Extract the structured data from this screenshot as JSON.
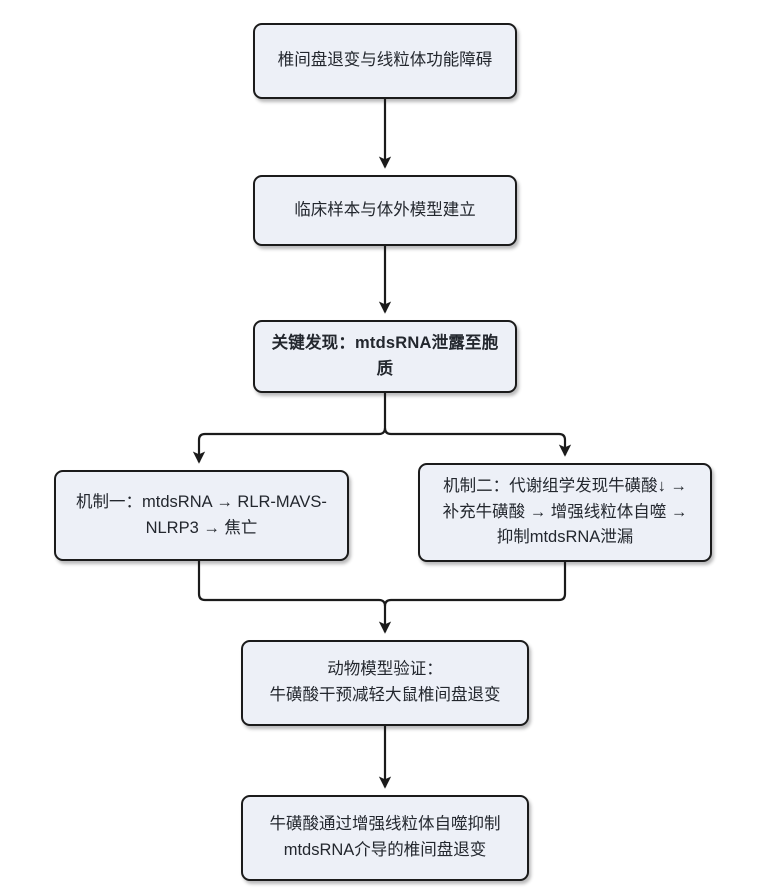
{
  "diagram": {
    "type": "flowchart",
    "orientation": "top-to-bottom",
    "background_color": "#ffffff",
    "node_fill_color": "#edf0f7",
    "node_border_color": "#1b1b1b",
    "text_color": "#23272e",
    "connector_color": "#1b1b1b"
  },
  "nodes": {
    "problem": {
      "id": "problem",
      "text": "椎间盘退变与线粒体功能障碍",
      "emphasis": "normal"
    },
    "methods": {
      "id": "methods",
      "text": "临床样本与体外模型建立",
      "emphasis": "normal"
    },
    "finding": {
      "id": "finding",
      "text": "关键发现：mtdsRNA泄露至胞质",
      "emphasis": "bold"
    },
    "mechanism_one": {
      "id": "mechanism_one",
      "text": "机制一：mtdsRNA → RLR-MAVS-NLRP3 → 焦亡",
      "emphasis": "normal"
    },
    "mechanism_two": {
      "id": "mechanism_two",
      "text": "机制二：代谢组学发现牛磺酸↓ → 补充牛磺酸 → 增强线粒体自噬 → 抑制mtdsRNA泄漏",
      "emphasis": "normal"
    },
    "animal_model": {
      "id": "animal_model",
      "text": "动物模型验证：\n牛磺酸干预减轻大鼠椎间盘退变",
      "emphasis": "normal"
    },
    "conclusion": {
      "id": "conclusion",
      "text": "牛磺酸通过增强线粒体自噬抑制\nmtdsRNA介导的椎间盘退变",
      "emphasis": "normal"
    }
  },
  "edges": [
    {
      "id": "edge-problem-methods",
      "from": "problem",
      "to": "methods",
      "style": "straight-arrow"
    },
    {
      "id": "edge-methods-finding",
      "from": "methods",
      "to": "finding",
      "style": "straight-arrow"
    },
    {
      "id": "edge-finding-mechanism-one",
      "from": "finding",
      "to": "mechanism_one",
      "style": "split-arrow"
    },
    {
      "id": "edge-finding-mechanism-two",
      "from": "finding",
      "to": "mechanism_two",
      "style": "split-arrow"
    },
    {
      "id": "edge-mechanism-one-animal",
      "from": "mechanism_one",
      "to": "animal_model",
      "style": "merge-arrow"
    },
    {
      "id": "edge-mechanism-two-animal",
      "from": "mechanism_two",
      "to": "animal_model",
      "style": "merge-arrow"
    },
    {
      "id": "edge-animal-conclusion",
      "from": "animal_model",
      "to": "conclusion",
      "style": "straight-arrow"
    }
  ]
}
